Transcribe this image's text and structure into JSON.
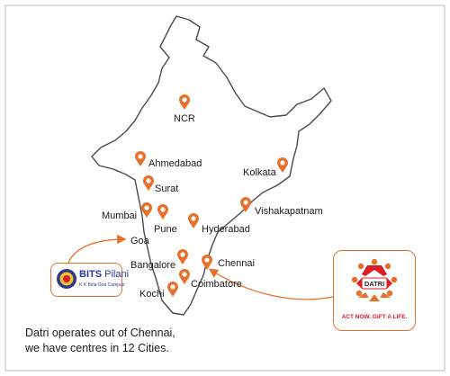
{
  "map": {
    "pin_color": "#e8702a",
    "outline_color": "#4a4a4a",
    "arrow_color": "#e8702a",
    "cities": [
      {
        "id": "ncr",
        "label": "NCR"
      },
      {
        "id": "ahmedabad",
        "label": "Ahmedabad"
      },
      {
        "id": "kolkata",
        "label": "Kolkata"
      },
      {
        "id": "surat",
        "label": "Surat"
      },
      {
        "id": "vishakapatnam",
        "label": "Vishakapatnam"
      },
      {
        "id": "mumbai",
        "label": "Mumbai"
      },
      {
        "id": "pune",
        "label": "Pune"
      },
      {
        "id": "hyderabad",
        "label": "Hyderabad"
      },
      {
        "id": "goa",
        "label": "Goa"
      },
      {
        "id": "bangalore",
        "label": "Bangalore"
      },
      {
        "id": "chennai",
        "label": "Chennai"
      },
      {
        "id": "coimbatore",
        "label": "Coimbatore"
      },
      {
        "id": "kochi",
        "label": "Kochi"
      }
    ]
  },
  "caption": {
    "line1": "Datri operates out of Chennai,",
    "line2": "we have centres in 12 Cities."
  },
  "bits_logo": {
    "name_bold": "BITS",
    "name_light": " Pilani",
    "campus": "K K Birla Goa Campus"
  },
  "datri_logo": {
    "name": "DATRI",
    "tagline": "ACT NOW. GIFT A LIFE."
  }
}
